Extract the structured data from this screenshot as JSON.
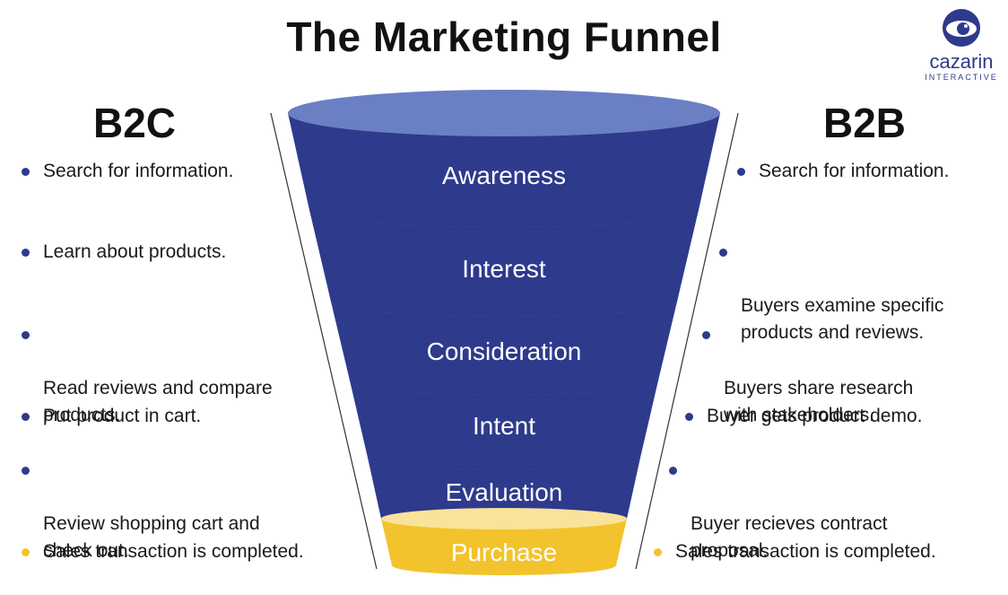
{
  "title": "The Marketing Funnel",
  "logo": {
    "name": "cazarin",
    "subtitle": "INTERACTIVE",
    "icon": "eye-logo-icon"
  },
  "colors": {
    "navy": "#2e3a8c",
    "navy_light": "#6b7fc4",
    "navy_mid": "#4a5aa8",
    "gold": "#f2c32d",
    "gold_light": "#f9e39a",
    "text": "#1a1a1a"
  },
  "b2c": {
    "heading": "B2C",
    "items": [
      {
        "text": "Search for information."
      },
      {
        "text": "Learn about products."
      },
      {
        "text": "Read reviews and compare\nproducts."
      },
      {
        "text": "Put product in cart."
      },
      {
        "text": "Review shopping cart and\ncheck out."
      },
      {
        "text": "Sales transaction is completed."
      }
    ]
  },
  "b2b": {
    "heading": "B2B",
    "items": [
      {
        "text": "Search for information."
      },
      {
        "text": "Buyers examine specific\nproducts and reviews."
      },
      {
        "text": "Buyers share research\nwith stakeholders."
      },
      {
        "text": "Buyer gets product demo."
      },
      {
        "text": "Buyer recieves contract\nproposal."
      },
      {
        "text": "Sales transaction is completed."
      }
    ]
  },
  "funnel": {
    "stages": [
      {
        "label": "Awareness"
      },
      {
        "label": "Interest"
      },
      {
        "label": "Consideration"
      },
      {
        "label": "Intent"
      },
      {
        "label": "Evaluation"
      },
      {
        "label": "Purchase"
      }
    ]
  }
}
